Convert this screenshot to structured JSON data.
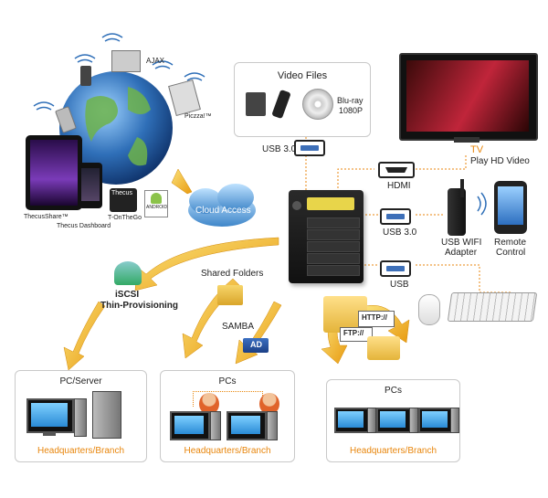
{
  "video_files": {
    "title": "Video Files",
    "bluray": "Blu-ray",
    "bluray_res": "1080P"
  },
  "ports": {
    "usb_top": "USB 3.0",
    "hdmi": "HDMI",
    "usb_right": "USB 3.0",
    "usb_bottom": "USB"
  },
  "tv": {
    "title": "TV",
    "subtitle": "Play HD Video"
  },
  "wifi": {
    "line1": "USB WIFI",
    "line2": "Adapter"
  },
  "remote": {
    "line1": "Remote",
    "line2": "Control"
  },
  "cloud": {
    "label": "Cloud Access"
  },
  "devices": {
    "ajax": "AJAX",
    "piczza": "Piczza!™",
    "thecus_share": "ThecusShare™",
    "thecus_dashboard": "Thecus Dashboard",
    "onthego": "T-OnTheGo",
    "android_badge": "ANDROID",
    "mobile_app": "Thecus"
  },
  "iscsi": {
    "line1": "iSCSI",
    "line2": "Thin-Provisioning"
  },
  "shared": {
    "folders": "Shared Folders",
    "samba": "SAMBA",
    "ad": "AD"
  },
  "protocols": {
    "http": "HTTP://",
    "ftp": "FTP://"
  },
  "branches": [
    {
      "title": "PC/Server",
      "footer": "Headquarters/Branch"
    },
    {
      "title": "PCs",
      "footer": "Headquarters/Branch"
    },
    {
      "title": "PCs",
      "footer": "Headquarters/Branch"
    }
  ],
  "colors": {
    "accent": "#e8860c",
    "usb_blue": "#3d6fb8",
    "arrow": "#f2b21b",
    "globe": "#2f6fb8"
  }
}
